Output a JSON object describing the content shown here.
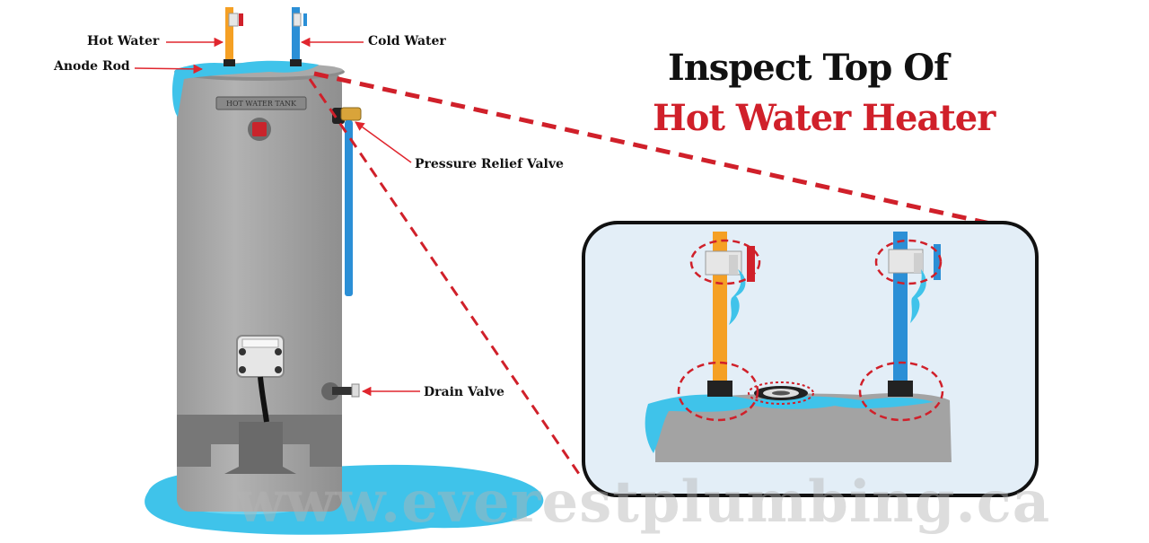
{
  "heading": {
    "line1": "Inspect Top Of",
    "line2": "Hot Water Heater"
  },
  "labels": {
    "hot_water": "Hot Water",
    "cold_water": "Cold Water",
    "anode_rod": "Anode Rod",
    "pressure_relief_valve": "Pressure Relief Valve",
    "drain_valve": "Drain Valve"
  },
  "tank_badge": "HOT WATER TANK",
  "watermark": "www.everestplumbing.ca",
  "colors": {
    "heading_red": "#d0202a",
    "arrow_red": "#e0262e",
    "tank_gray": "#a3a3a3",
    "hot_pipe": "#f5a024",
    "cold_pipe": "#2b8fd6",
    "water": "#3fc3ea",
    "inset_bg": "#e3eef7"
  }
}
